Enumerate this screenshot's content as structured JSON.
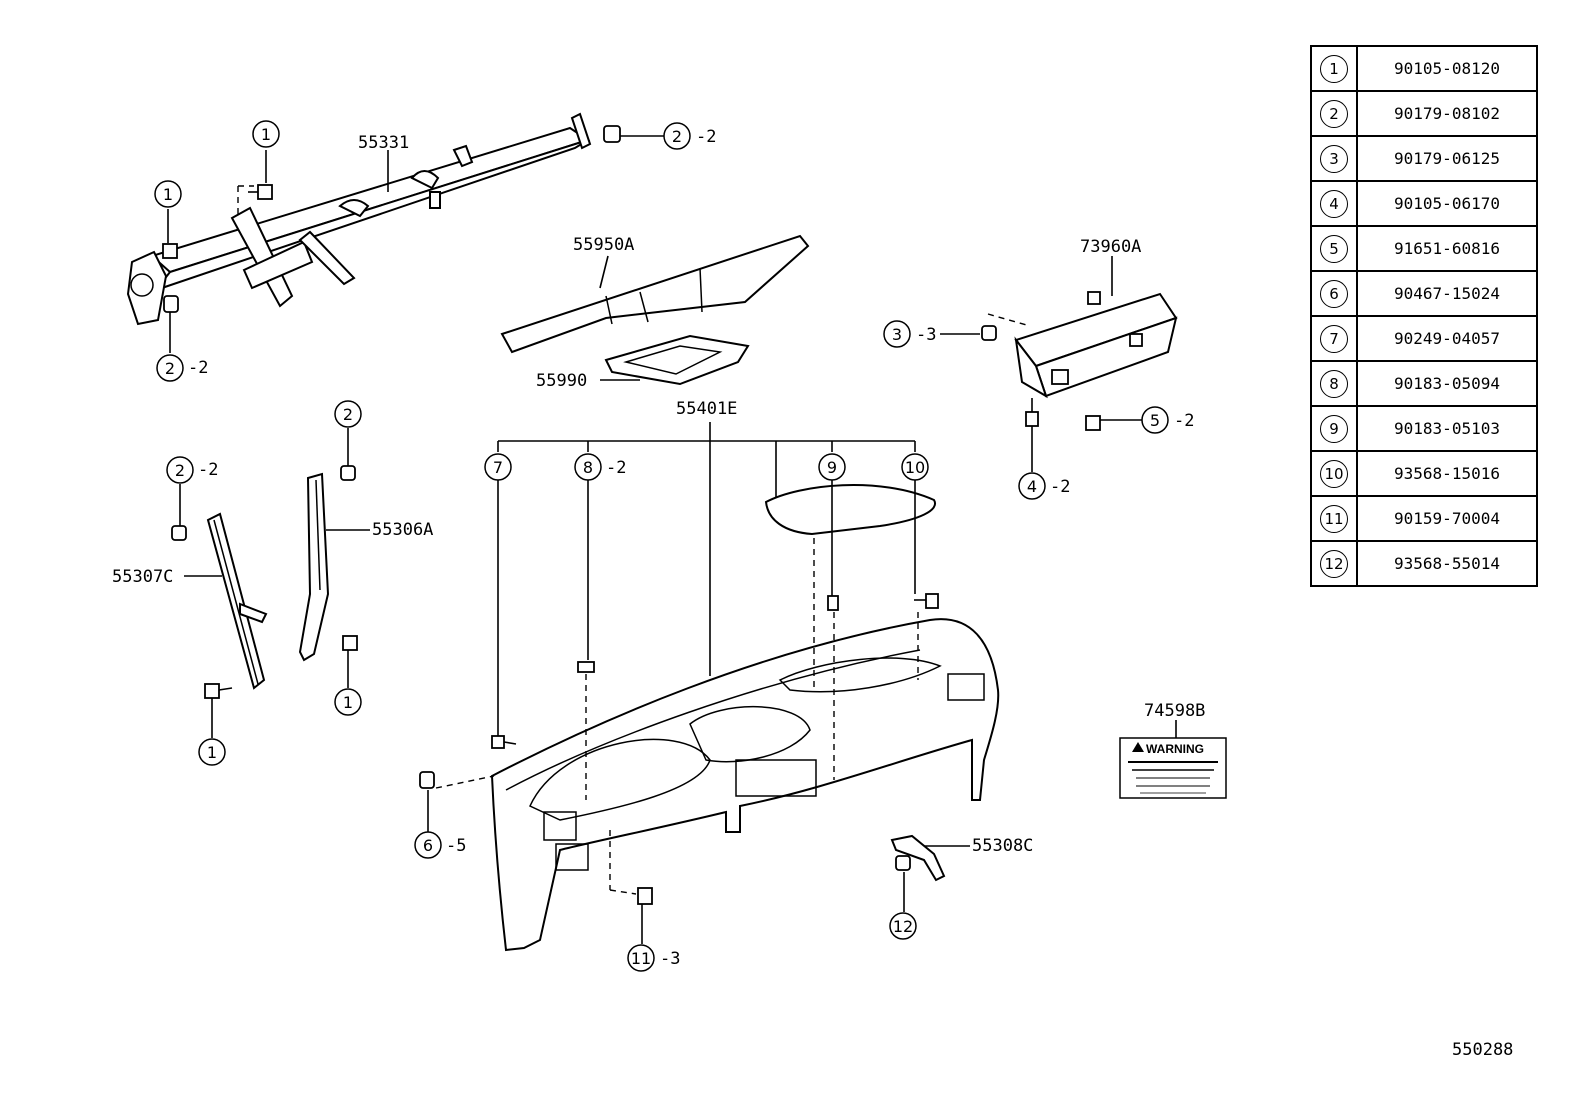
{
  "parts": {
    "p55331": "55331",
    "p55950A": "55950A",
    "p55990": "55990",
    "p55401E": "55401E",
    "p73960A": "73960A",
    "p55306A": "55306A",
    "p55307C": "55307C",
    "p74598B": "74598B",
    "p55308C": "55308C"
  },
  "callouts": {
    "c1": "1",
    "c2": "2",
    "c3": "3",
    "c4": "4",
    "c5": "5",
    "c6": "6",
    "c7": "7",
    "c8": "8",
    "c9": "9",
    "c10": "10",
    "c11": "11",
    "c12": "12"
  },
  "qty": {
    "q2": "-2",
    "q3": "-3",
    "q5": "-5"
  },
  "warning_label": {
    "title": "WARNING"
  },
  "reference_table": [
    {
      "index": "1",
      "part_no": "90105-08120"
    },
    {
      "index": "2",
      "part_no": "90179-08102"
    },
    {
      "index": "3",
      "part_no": "90179-06125"
    },
    {
      "index": "4",
      "part_no": "90105-06170"
    },
    {
      "index": "5",
      "part_no": "91651-60816"
    },
    {
      "index": "6",
      "part_no": "90467-15024"
    },
    {
      "index": "7",
      "part_no": "90249-04057"
    },
    {
      "index": "8",
      "part_no": "90183-05094"
    },
    {
      "index": "9",
      "part_no": "90183-05103"
    },
    {
      "index": "10",
      "part_no": "93568-15016"
    },
    {
      "index": "11",
      "part_no": "90159-70004"
    },
    {
      "index": "12",
      "part_no": "93568-55014"
    }
  ],
  "page_code": "550288"
}
